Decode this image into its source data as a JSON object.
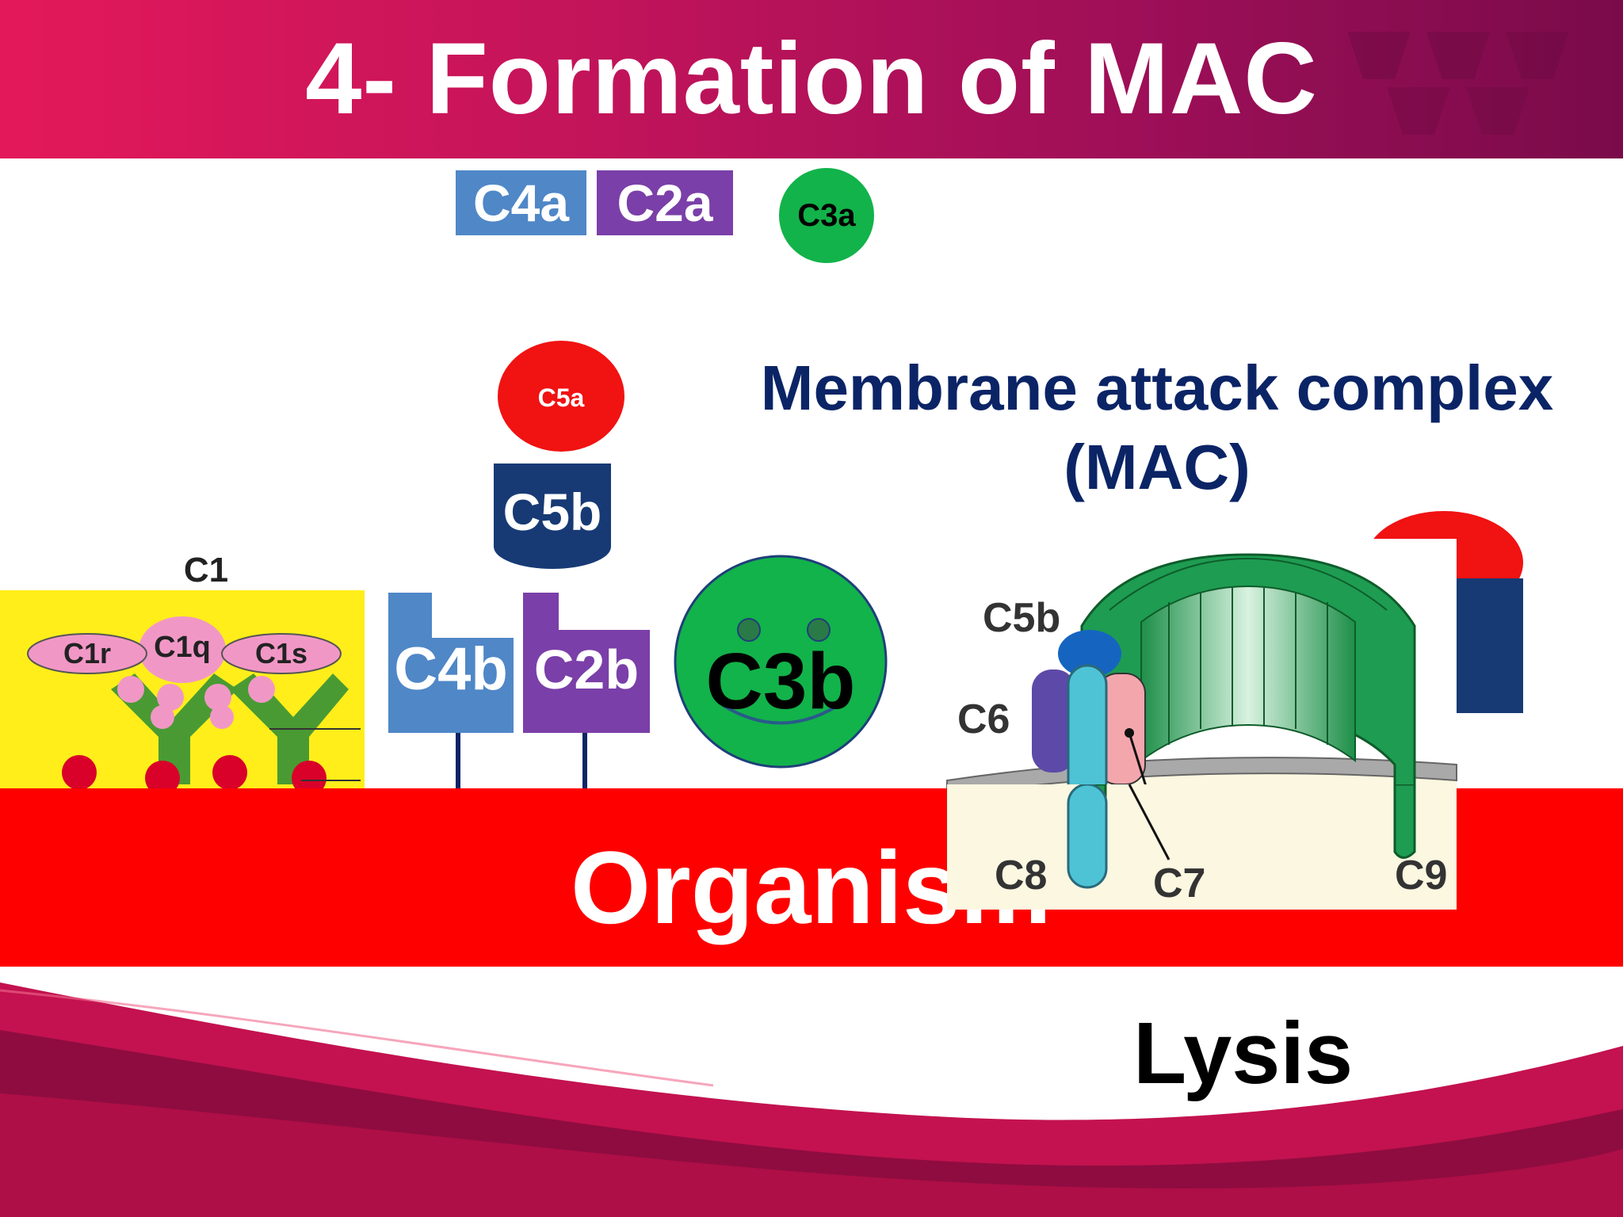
{
  "slide": {
    "title": "4- Formation of MAC",
    "mac_title_line1": "Membrane attack complex",
    "mac_title_line2": "(MAC)",
    "organism_label": "Organism",
    "lysis_label": "Lysis"
  },
  "fragments": {
    "c4a": "C4a",
    "c2a": "C2a",
    "c3a": "C3a",
    "c5a": "C5a",
    "c5b": "C5b",
    "c4b": "C4b",
    "c2b": "C2b",
    "c3b": "C3b"
  },
  "c1_complex": {
    "title": "C1",
    "c1r": "C1r",
    "c1q": "C1q",
    "c1s": "C1s"
  },
  "mac_diagram": {
    "c5b": "C5b",
    "c6": "C6",
    "c7": "C7",
    "c8": "C8",
    "c9": "C9"
  },
  "colors": {
    "header_start": "#e3185a",
    "header_end": "#7a0b4a",
    "organism_red": "#fe0000",
    "mac_title_navy": "#0b2466",
    "c4_blue": "#4f87c7",
    "c2_purple": "#7a3fa8",
    "c3_green": "#12b34a",
    "c5_red": "#f11212",
    "c5b_navy": "#173a75",
    "c1_yellow": "#ffee1a"
  }
}
